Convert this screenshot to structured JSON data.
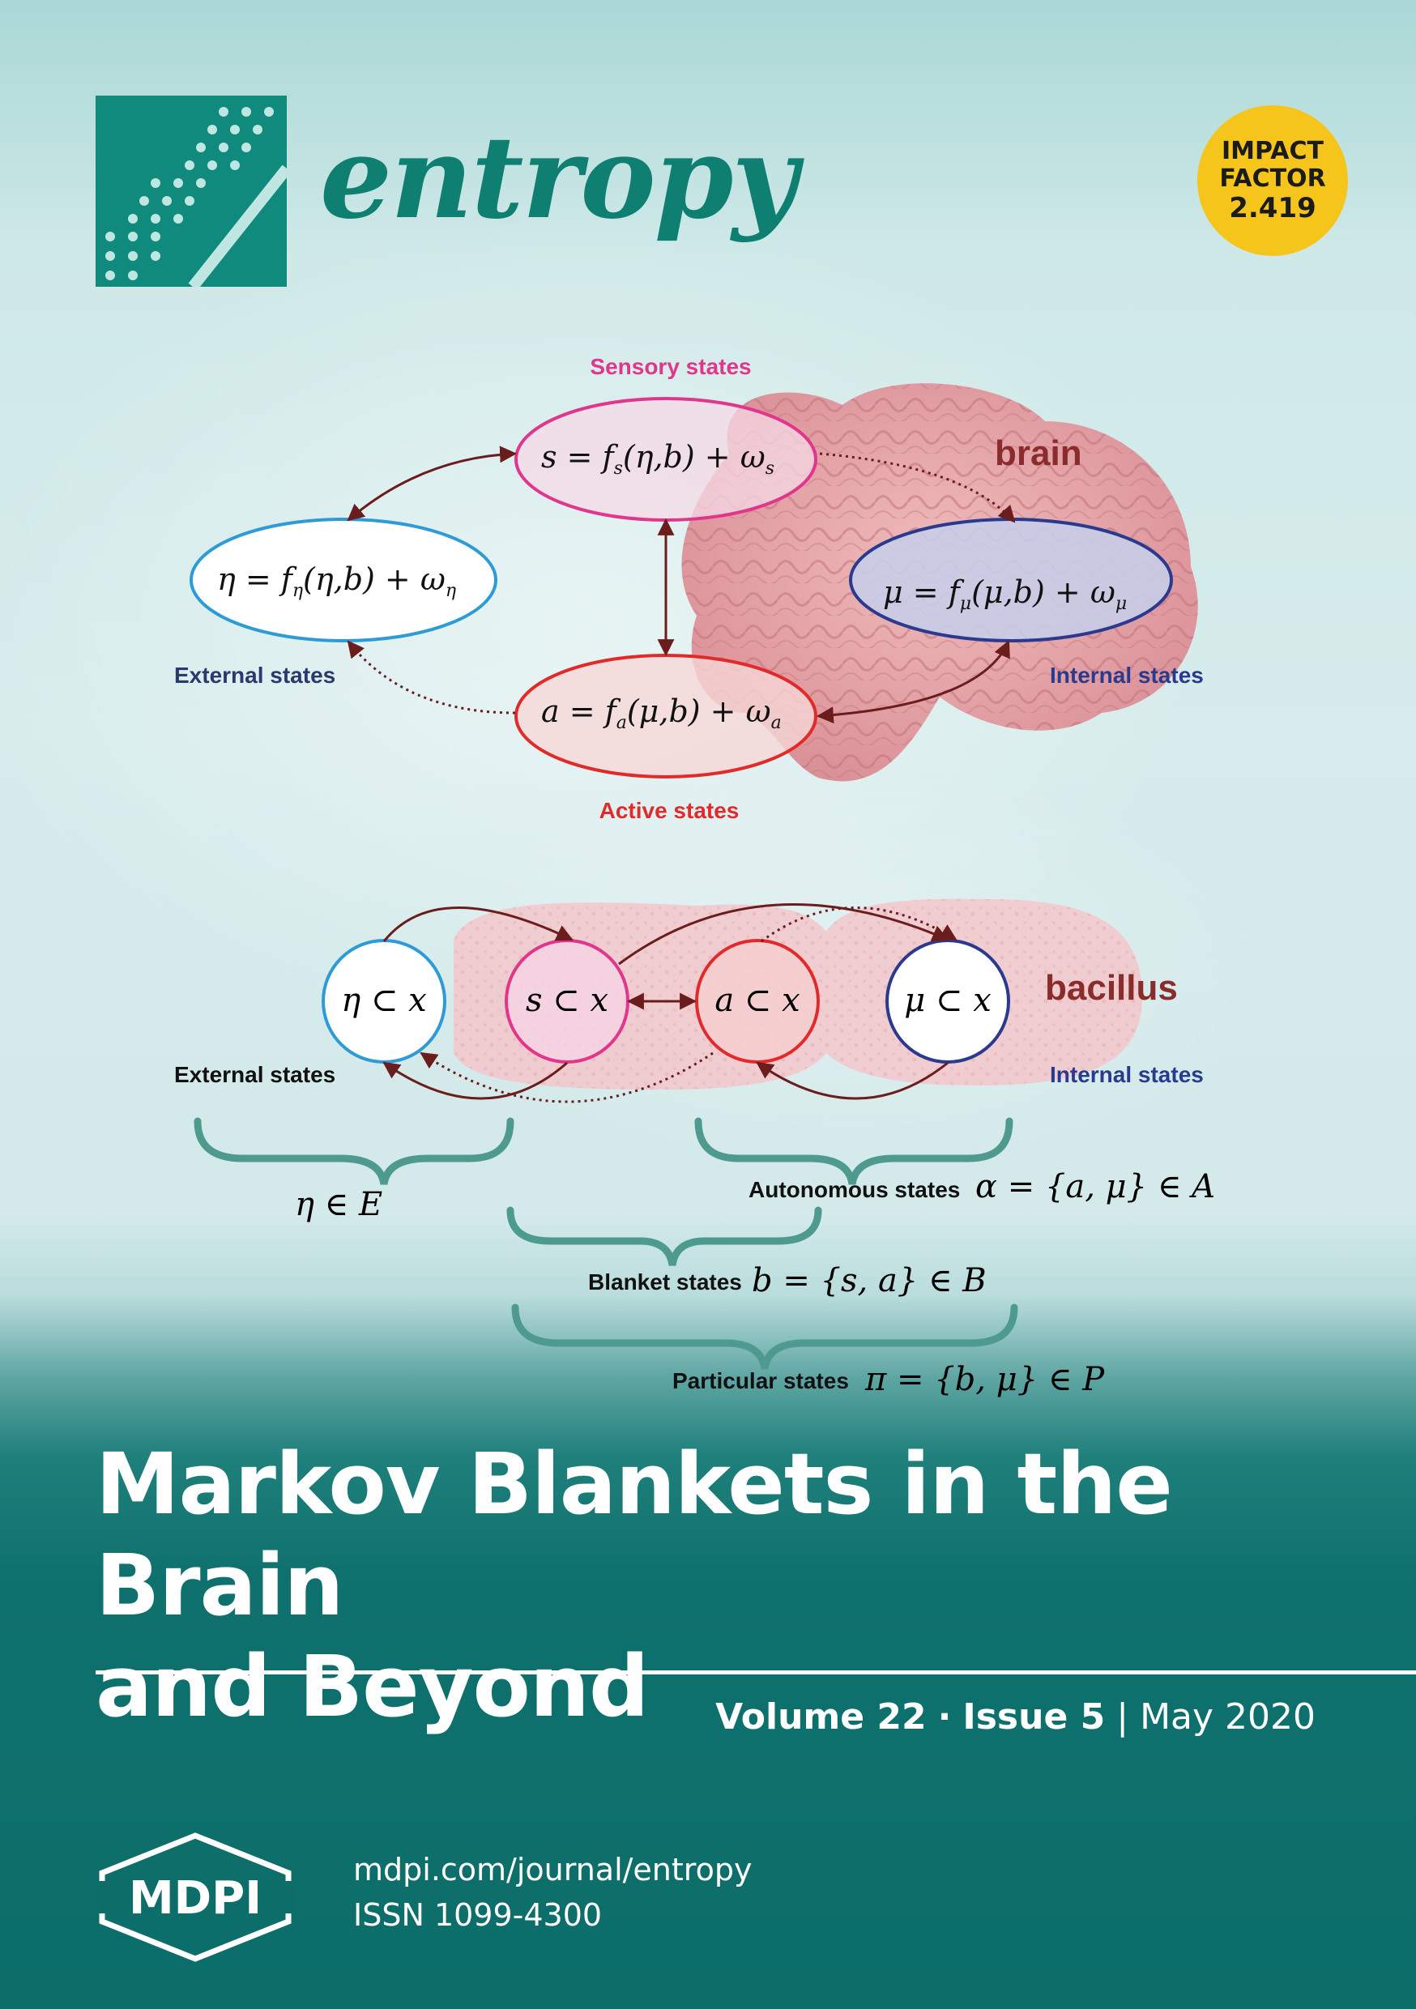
{
  "journal": {
    "name": "entropy"
  },
  "impact_factor": {
    "label_line1": "IMPACT",
    "label_line2": "FACTOR",
    "value": "2.419"
  },
  "figure": {
    "top_panel": {
      "organism_label": "brain",
      "sensory": {
        "label": "Sensory states"
      },
      "external": {
        "label": "External states"
      },
      "internal": {
        "label": "Internal states"
      },
      "active": {
        "label": "Active states"
      }
    },
    "bottom_panel": {
      "organism_label": "bacillus",
      "external": {
        "label": "External states"
      },
      "internal": {
        "label": "Internal states"
      },
      "autonomous": {
        "label": "Autonomous states"
      },
      "blanket": {
        "label": "Blanket states"
      },
      "particular": {
        "label": "Particular states"
      }
    }
  },
  "title": {
    "line1": "Markov Blankets in the Brain",
    "line2": "and Beyond"
  },
  "issue": {
    "volume": "Volume 22",
    "separator": "·",
    "issue": "Issue 5",
    "pipe": "|",
    "date": "May 2020"
  },
  "publisher": {
    "name": "MDPI",
    "url": "mdpi.com/journal/entropy",
    "issn": "ISSN 1099-4300"
  },
  "colors": {
    "teal_dark": "#0c6d69",
    "logo_teal": "#0f8a7d",
    "badge_yellow": "#f6c51b",
    "sensory": "#e0368c",
    "external": "#2e9bd6",
    "internal": "#2a3a8f",
    "active": "#e32a2a",
    "organism_label": "#8b2c2c"
  }
}
